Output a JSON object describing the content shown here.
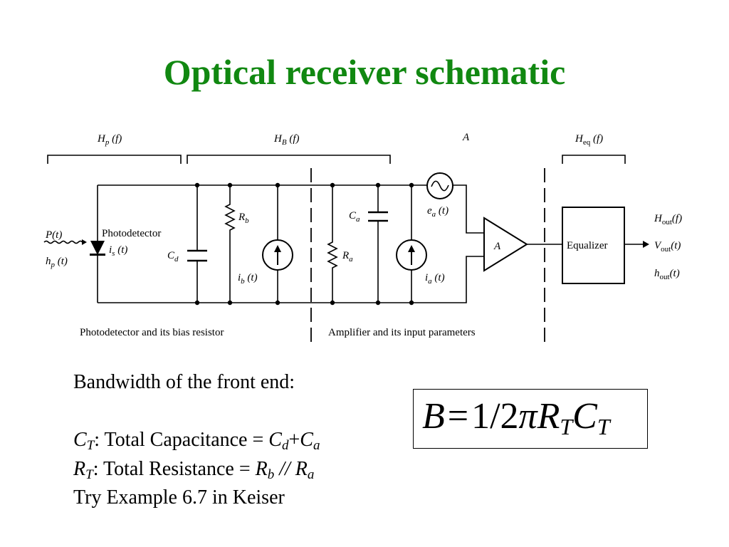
{
  "slide": {
    "title": "Optical receiver schematic"
  },
  "schematic": {
    "brackets": {
      "hp": {
        "sym": "H",
        "sub": "p",
        "arg": " (f)"
      },
      "hb": {
        "sym": "H",
        "sub": "B",
        "arg": " (f)"
      },
      "amp": {
        "sym": "A"
      },
      "heq": {
        "sym": "H",
        "sub": "eq",
        "arg": " (f)"
      }
    },
    "input": {
      "power": {
        "sym": "P",
        "arg": "(t)"
      },
      "impulse": {
        "sym": "h",
        "sub": "p",
        "arg": " (t)"
      }
    },
    "photodetector_label": "Photodetector",
    "components": {
      "is": {
        "sym": "i",
        "sub": "s",
        "arg": " (t)"
      },
      "cd": {
        "sym": "C",
        "sub": "d"
      },
      "rb": {
        "sym": "R",
        "sub": "b"
      },
      "ib": {
        "sym": "i",
        "sub": "b",
        "arg": " (t)"
      },
      "ra": {
        "sym": "R",
        "sub": "a"
      },
      "ca": {
        "sym": "C",
        "sub": "a"
      },
      "ea": {
        "sym": "e",
        "sub": "a",
        "arg": " (t)"
      },
      "ia": {
        "sym": "i",
        "sub": "a",
        "arg": " (t)"
      },
      "amp": {
        "sym": "A"
      }
    },
    "equalizer_label": "Equalizer",
    "outputs": {
      "hout": {
        "sym": "H",
        "sub": "out",
        "arg": "(f)"
      },
      "vout": {
        "sym": "V",
        "sub": "out",
        "arg": "(t)"
      },
      "hout_t": {
        "sym": "h",
        "sub": "out",
        "arg": "(t)"
      }
    },
    "section_labels": {
      "left": "Photodetector and its bias resistor",
      "right": "Amplifier and its input parameters"
    }
  },
  "notes": {
    "bandwidth": "Bandwidth of the front end:",
    "ct_sym": "C",
    "ct_sub": "T",
    "ct_text": ": Total Capacitance = ",
    "ct_a_sym": "C",
    "ct_a_sub": "d",
    "plus": "+",
    "ct_b_sym": "C",
    "ct_b_sub": "a",
    "rt_sym": "R",
    "rt_sub": "T",
    "rt_text": ": Total Resistance = ",
    "rt_a_sym": "R",
    "rt_a_sub": "b",
    "parallel": " // ",
    "rt_b_sym": "R",
    "rt_b_sub": "a",
    "example": "Try Example 6.7 in Keiser"
  },
  "formula": {
    "lhs": "B",
    "eq": "=",
    "one": "1",
    "slash": "/",
    "two": "2",
    "pi": "π",
    "r": "R",
    "r_sub": "T",
    "c": "C",
    "c_sub": "T"
  }
}
